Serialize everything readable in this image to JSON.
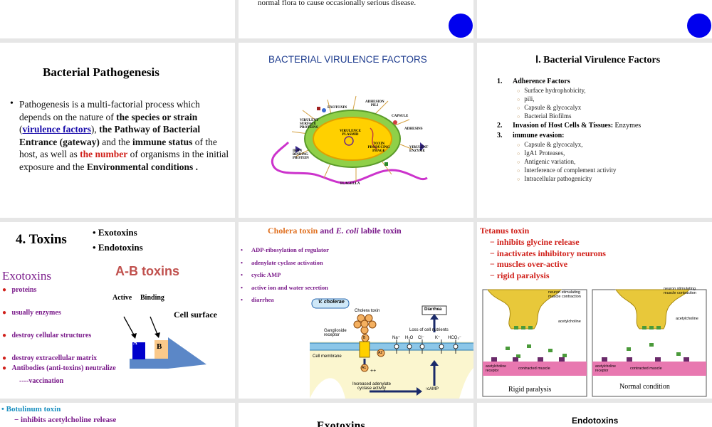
{
  "row0": {
    "mid_text": "normal flora to cause occasionally serious disease."
  },
  "slide_pathogenesis": {
    "title": "Bacterial Pathogenesis",
    "t1": "Pathogenesis is a multi-factorial process which depends on the nature of ",
    "t2": "the species or strain",
    "t3": " (",
    "link": "virulence factors",
    "t4": "), ",
    "t5": "the Pathway of Bacterial Entrance (gateway)",
    "t6": " and the ",
    "t7": "immune status",
    "t8": " of the host, as well as ",
    "t9": "the number",
    "t10": " of organisms in the initial exposure and the ",
    "t11": "Environmental conditions .",
    "t12": ""
  },
  "slide_bvf": {
    "title": "BACTERIAL VIRULENCE FACTORS",
    "labels": {
      "exotoxin": "EXOTOXIN",
      "adhesion": "ADHESION PILI",
      "capsule": "CAPSULE",
      "adhesins": "ADHESINS",
      "surface": "VIRULENT SURFACE PROTEINS",
      "plasmid": "VIRULENCE PLASMID",
      "toxin": "TOXIN PRODUCING PHAGE",
      "iron": "IRON BINDING PROTEIN",
      "enzyme": "VIRULENT ENZYME",
      "flagella": "FLAGELLA"
    }
  },
  "slide_list": {
    "title": "Ⅰ. Bacterial Virulence Factors",
    "items": [
      {
        "num": "1.",
        "label": "Adherence Factors",
        "rest": "",
        "sub": [
          "Surface hydrophobicity,",
          "pili,",
          "Capsule & glycocalyx",
          "Bacterial Biofilms"
        ]
      },
      {
        "num": "2.",
        "label": "Invasion of Host Cells & Tissues:",
        "rest": " Enzymes",
        "sub": []
      },
      {
        "num": "3.",
        "label": "immune evasion:",
        "rest": "",
        "sub": [
          "Capsule & glycocalyx,",
          "IgA1 Proteases,",
          "Antigenic variation,",
          "Interference of complement activity",
          "Intracellular pathogenicity"
        ]
      }
    ]
  },
  "slide_toxins": {
    "title": "4. Toxins",
    "bullets": [
      "Exotoxins",
      "Endotoxins"
    ],
    "exo_heading": "Exotoxins",
    "ab": "A-B toxins",
    "active": "Active",
    "binding": "Binding",
    "cell_surface": "Cell surface",
    "a": "A",
    "bl": "B",
    "list": [
      "proteins",
      "usually enzymes",
      "destroy cellular structures",
      "destroy extracellular matrix",
      "Antibodies (anti-toxins) neutralize"
    ],
    "vacc": "----vaccination"
  },
  "slide_cholera": {
    "title_a": "Cholera toxin",
    "title_b": " and ",
    "title_c": "E. coli",
    "title_d": " labile toxin",
    "items": [
      "ADP-ribosylation of regulator",
      "adenylate cyclase activation",
      "cyclic AMP",
      "active ion and water secretion",
      "diarrhea"
    ],
    "diag": {
      "vchol": "V. cholerae",
      "ctox": "Cholera toxin",
      "diarrhea": "Diarrhea",
      "gang": "Ganglioside receptor",
      "loss": "Loss of cell nutrients",
      "ions": [
        "Na⁺",
        "H₂O",
        "Cl⁻",
        "K⁺",
        "HCO₃⁻"
      ],
      "membrane": "Cell membrane",
      "increased": "Increased adenylate cyclase activity",
      "camp": "↑cAMP",
      "a1": "A1",
      "a2": "A2",
      "b": "B",
      "pp": "++"
    }
  },
  "slide_tetanus": {
    "title": "Tetanus toxin",
    "items": [
      "inhibits glycine release",
      "inactivates inhibitory neurons",
      "muscles over-active",
      "rigid paralysis"
    ],
    "neuron": "neuron stimulating muscle contraction",
    "ach": "acetylcholine",
    "ach_rec": "acetylcholine receptor",
    "cmuscle": "contracted muscle",
    "cap_left": "Rigid paralysis",
    "cap_right": "Normal condition"
  },
  "row3": {
    "botu": "Botulinum toxin",
    "botu_sub": "inhibits acetylcholine release",
    "mid_title": "Exotoxins",
    "endo": "Endotoxins"
  }
}
